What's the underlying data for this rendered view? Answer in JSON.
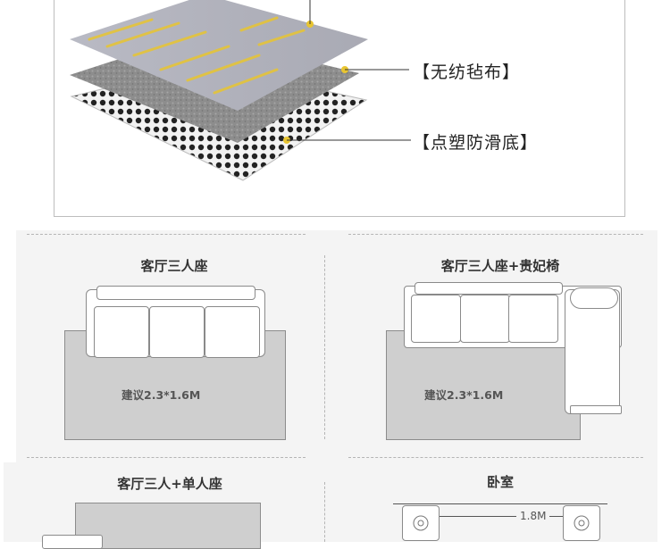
{
  "layers": [
    {
      "label": "【无纺毡布】"
    },
    {
      "label": "【点塑防滑底】"
    }
  ],
  "scenarios": [
    {
      "title": "客厅三人座",
      "rug_label": "建议2.3*1.6M"
    },
    {
      "title": "客厅三人座+贵妃椅",
      "rug_label": "建议2.3*1.6M"
    },
    {
      "title": "客厅三人+单人座"
    },
    {
      "title": "卧室",
      "measure": "1.8M"
    }
  ],
  "colors": {
    "accent_yellow": "#e8c531",
    "rug_gray": "#cfcfcf",
    "felt_gray": "#8a8a8a",
    "panel_bg": "#f4f4f4"
  },
  "icons": [
    "pointer-dot-icon",
    "nightstand-lamp-icon"
  ]
}
